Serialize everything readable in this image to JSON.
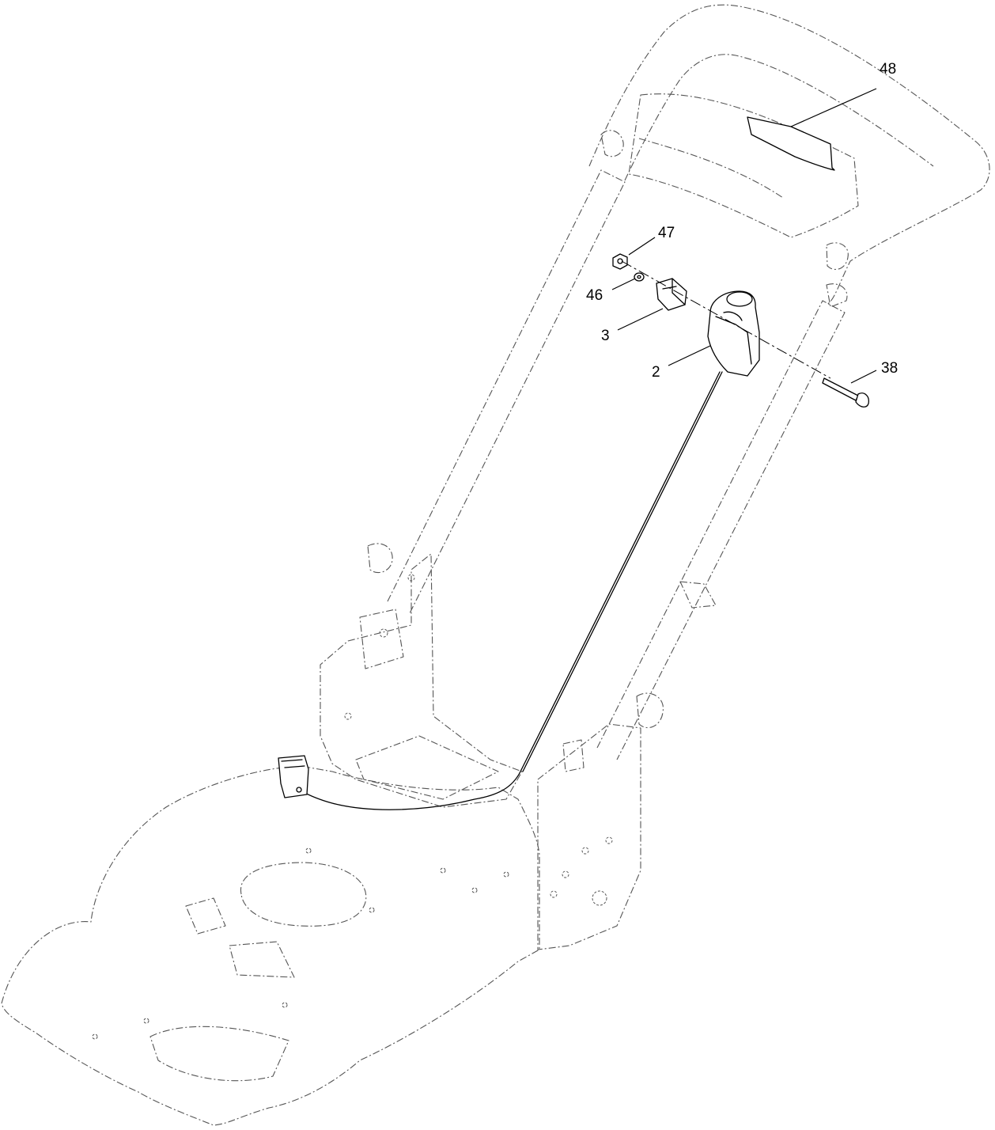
{
  "callouts": [
    {
      "id": "48",
      "label": "48"
    },
    {
      "id": "47",
      "label": "47"
    },
    {
      "id": "46",
      "label": "46"
    },
    {
      "id": "3",
      "label": "3"
    },
    {
      "id": "2",
      "label": "2"
    },
    {
      "id": "38",
      "label": "38"
    }
  ]
}
